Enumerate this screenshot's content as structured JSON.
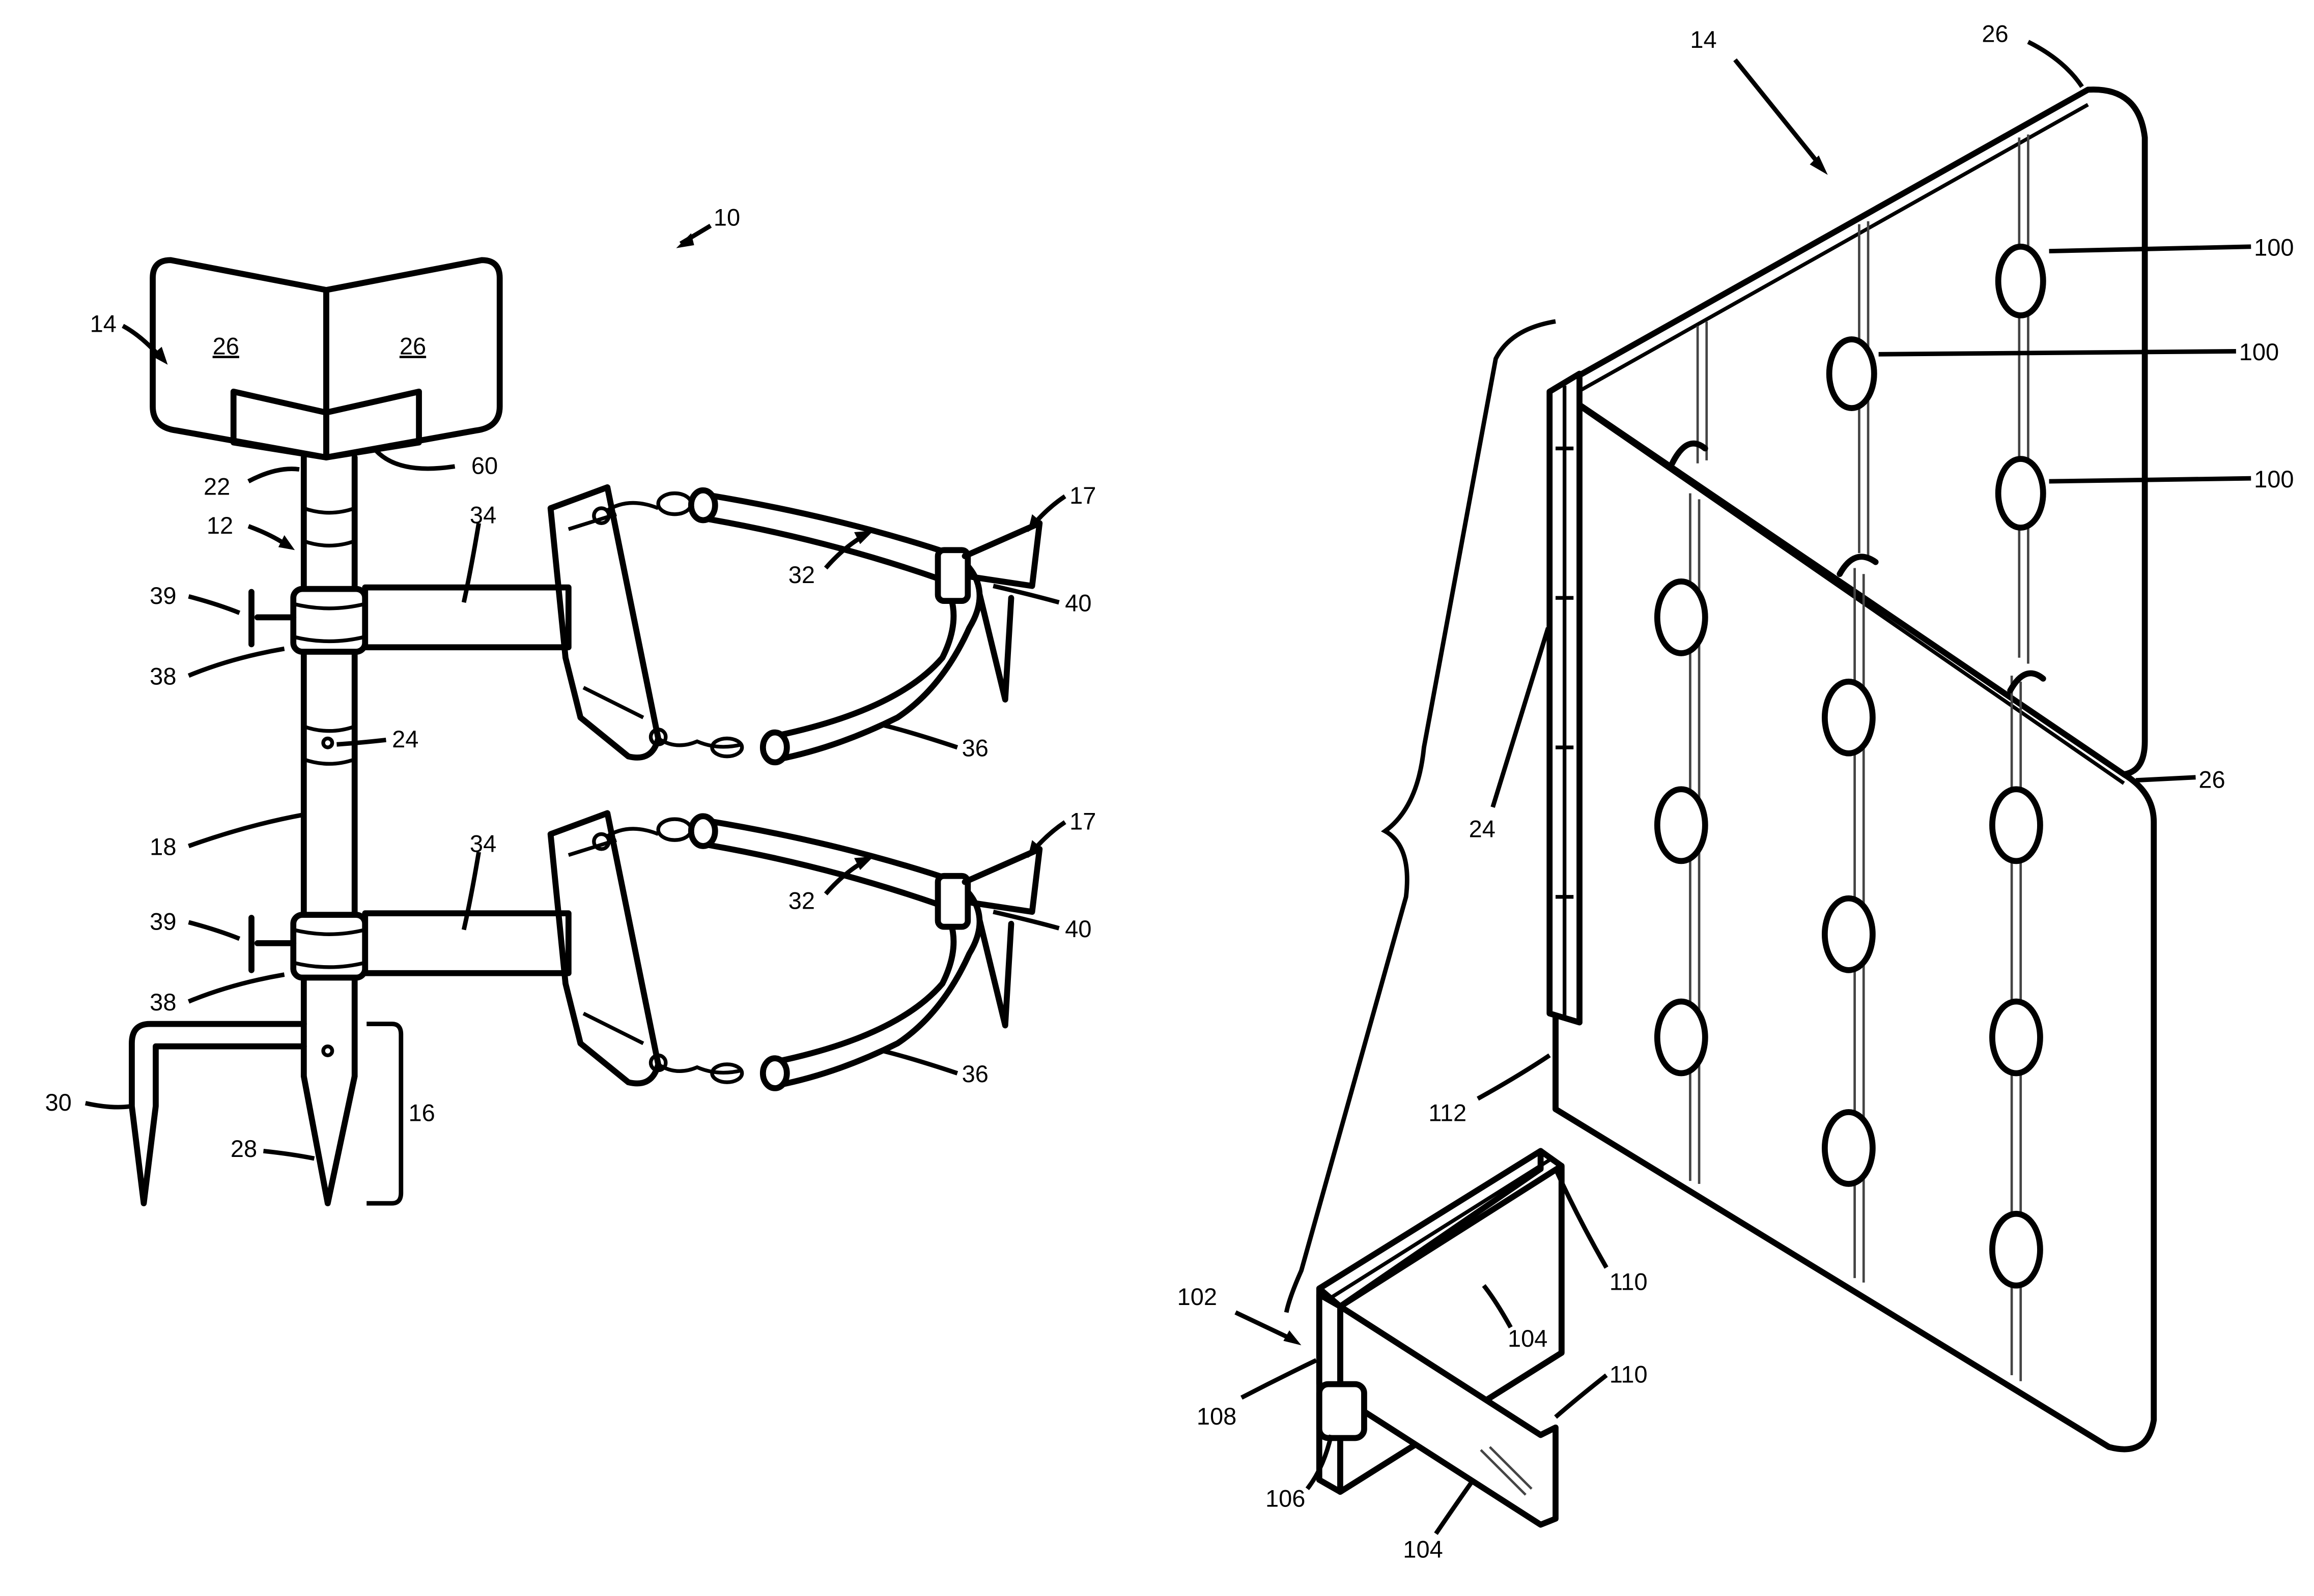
{
  "figure": {
    "left": {
      "assembly_ref": "10",
      "labels": {
        "sign": "14",
        "panel_a": "26",
        "panel_b": "26",
        "post_top": "22",
        "bracket": "60",
        "post": "12",
        "arm_upper": "34",
        "arm_lower": "34",
        "strap_upper": "32",
        "strap_lower": "32",
        "foot_upper": "17",
        "foot_lower": "17",
        "buckle_upper": "40",
        "buckle_lower": "40",
        "pin_upper": "39",
        "pin_lower": "39",
        "collar_upper": "38",
        "collar_lower": "38",
        "hole": "24",
        "tube": "18",
        "heel_upper": "36",
        "heel_lower": "36",
        "anchor": "16",
        "spike_side": "30",
        "spike_main": "28"
      }
    },
    "right": {
      "labels": {
        "sign": "14",
        "panel_top": "26",
        "panel_side": "26",
        "hole_1": "100",
        "hole_2": "100",
        "hole_3": "100",
        "hinge": "24",
        "edge": "112",
        "clip": "102",
        "clip_face_upper": "104",
        "clip_face_lower": "104",
        "clip_edge_upper": "110",
        "clip_edge_lower": "110",
        "clip_corner": "108",
        "clip_post": "106"
      }
    }
  }
}
